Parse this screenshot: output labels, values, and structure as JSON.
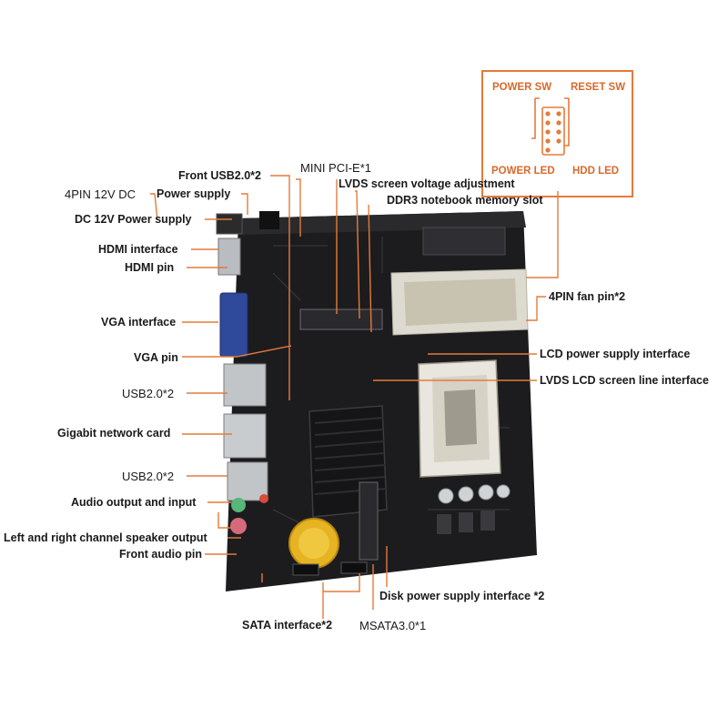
{
  "colors": {
    "callout": "#e57a3a",
    "board": "#1c1c1e",
    "inset_text": "#d9692b",
    "label": "#1a1a1a"
  },
  "inset": {
    "power_sw": "POWER SW",
    "reset_sw": "RESET SW",
    "power_led": "POWER LED",
    "hdd_led": "HDD LED"
  },
  "labels": {
    "pin_12v_dc": "4PIN 12V DC",
    "front_usb": "Front USB2.0*2",
    "power_supply": "Power supply",
    "mini_pcie": "MINI PCI-E*1",
    "lvds_voltage": "LVDS screen voltage adjustment",
    "ddr3_slot": "DDR3 notebook memory slot",
    "dc_12v_power": "DC 12V Power supply",
    "hdmi_interface": "HDMI interface",
    "hdmi_pin": "HDMI pin",
    "fan_pin": "4PIN fan pin*2",
    "vga_interface": "VGA interface",
    "vga_pin": "VGA pin",
    "lcd_power": "LCD power supply interface",
    "usb_top": "USB2.0*2",
    "lvds_line": "LVDS LCD screen line interface",
    "gigabit_lan": "Gigabit network card",
    "usb_bottom": "USB2.0*2",
    "audio_io": "Audio output and input",
    "speaker_out": "Left and right channel speaker output",
    "front_audio": "Front audio pin",
    "disk_power": "Disk power supply interface *2",
    "sata": "SATA interface*2",
    "msata": "MSATA3.0*1"
  }
}
